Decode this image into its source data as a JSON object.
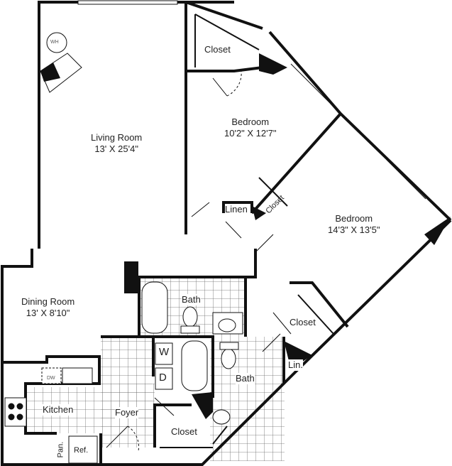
{
  "rooms": {
    "living": {
      "name": "Living Room",
      "dims": "13' X 25'4\""
    },
    "bedroom1": {
      "name": "Bedroom",
      "dims": "10'2\" X 12'7\""
    },
    "bedroom2": {
      "name": "Bedroom",
      "dims": "14'3\" X 13'5\""
    },
    "dining": {
      "name": "Dining Room",
      "dims": "13' X 8'10\""
    },
    "kitchen": {
      "name": "Kitchen"
    },
    "foyer": {
      "name": "Foyer"
    },
    "bath1": {
      "name": "Bath"
    },
    "bath2": {
      "name": "Bath"
    },
    "closet_top": {
      "name": "Closet"
    },
    "closet_bed2": {
      "name": "Closet"
    },
    "closet_right": {
      "name": "Closet"
    },
    "closet_foyer": {
      "name": "Closet"
    },
    "linen": {
      "name": "Linen"
    },
    "lin": {
      "name": "Lin."
    },
    "pantry": {
      "name": "Pan."
    }
  },
  "fixtures": {
    "water_heater": "WH",
    "washer": "W",
    "dryer": "D",
    "dishwasher": "DW",
    "refrigerator": "Ref."
  },
  "colors": {
    "wall": "#111111",
    "grid": "#555555",
    "background": "#ffffff"
  }
}
